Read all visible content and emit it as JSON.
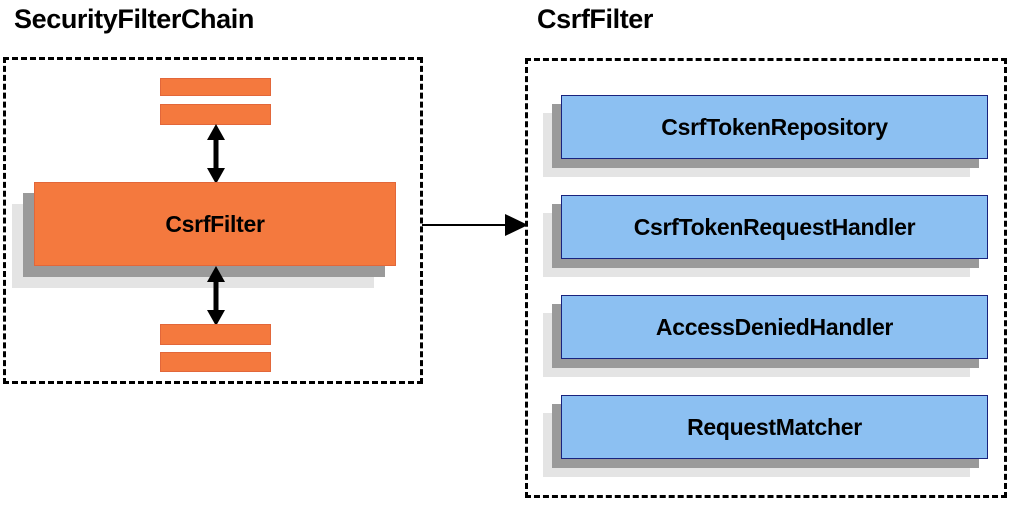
{
  "diagram": {
    "type": "class-collaboration-diagram",
    "background": "#ffffff",
    "colors": {
      "orange_fill": "#f4793e",
      "orange_border": "#e2673a",
      "blue_fill": "#8cc0f2",
      "blue_border": "#19237e",
      "shadow_near": "#9a9a9a",
      "shadow_far": "#e4e4e4",
      "outline": "#000000"
    }
  },
  "left_panel": {
    "title": "SecurityFilterChain",
    "main_node": {
      "label": "CsrfFilter"
    },
    "stubs": [
      {
        "name": "filter-stub-top-1"
      },
      {
        "name": "filter-stub-top-2"
      },
      {
        "name": "filter-stub-bottom-1"
      },
      {
        "name": "filter-stub-bottom-2"
      }
    ],
    "connectors": [
      {
        "name": "double-arrow-above-csrffilter",
        "kind": "double-headed-vertical"
      },
      {
        "name": "double-arrow-below-csrffilter",
        "kind": "double-headed-vertical"
      }
    ]
  },
  "link_arrow": {
    "name": "csrffilter-detail-arrow",
    "kind": "single-headed-horizontal",
    "from": "CsrfFilter",
    "to": "CsrfFilter"
  },
  "right_panel": {
    "title": "CsrfFilter",
    "collaborators": [
      {
        "label": "CsrfTokenRepository"
      },
      {
        "label": "CsrfTokenRequestHandler"
      },
      {
        "label": "AccessDeniedHandler"
      },
      {
        "label": "RequestMatcher"
      }
    ]
  }
}
